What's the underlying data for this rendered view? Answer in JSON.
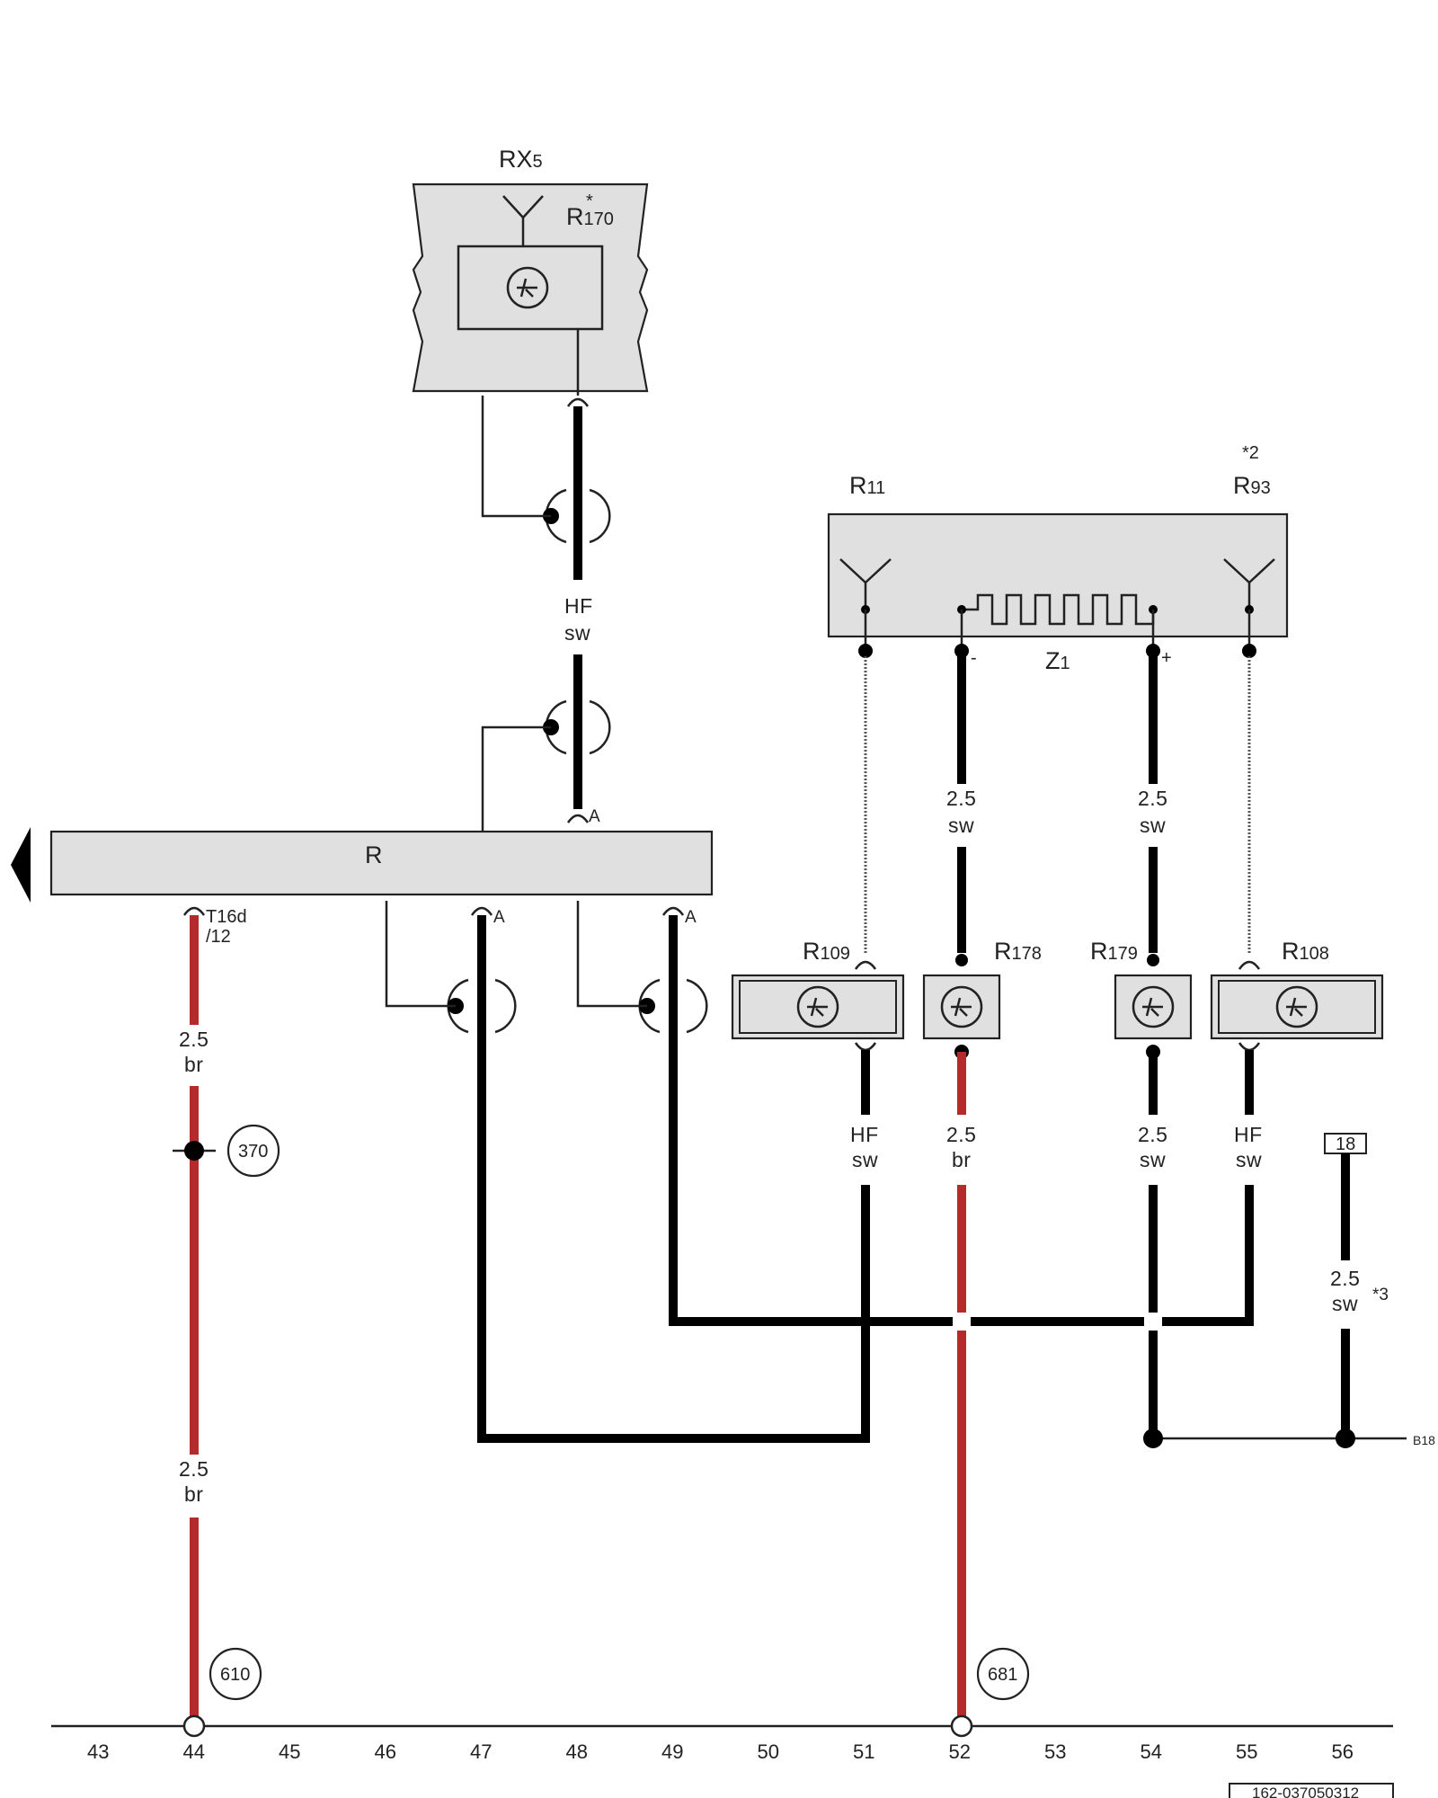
{
  "components": {
    "rx5": "RX5",
    "r170": "R170",
    "r170_mark": "*",
    "r11": "R11",
    "r93": "R93",
    "r93_mark": "*2",
    "z1": "Z1",
    "z1_minus": "-",
    "z1_plus": "+",
    "r": "R",
    "r109": "R109",
    "r178": "R178",
    "r179": "R179",
    "r108": "R108"
  },
  "pins": {
    "t16d": "T16d",
    "t16d_pin": "/12",
    "a": "A"
  },
  "wires": {
    "hf": "HF",
    "sw": "sw",
    "br": "br",
    "size": "2.5",
    "mark3": "*3"
  },
  "refs": {
    "c370": "370",
    "c610": "610",
    "c681": "681",
    "box18": "18",
    "b18": "B18"
  },
  "grid": [
    "43",
    "44",
    "45",
    "46",
    "47",
    "48",
    "49",
    "50",
    "51",
    "52",
    "53",
    "54",
    "55",
    "56"
  ],
  "footer_code": "162-037050312",
  "colors": {
    "brown_wire": "#b32b2b",
    "black_wire": "#000000",
    "component_fill": "#e0e0e0"
  }
}
